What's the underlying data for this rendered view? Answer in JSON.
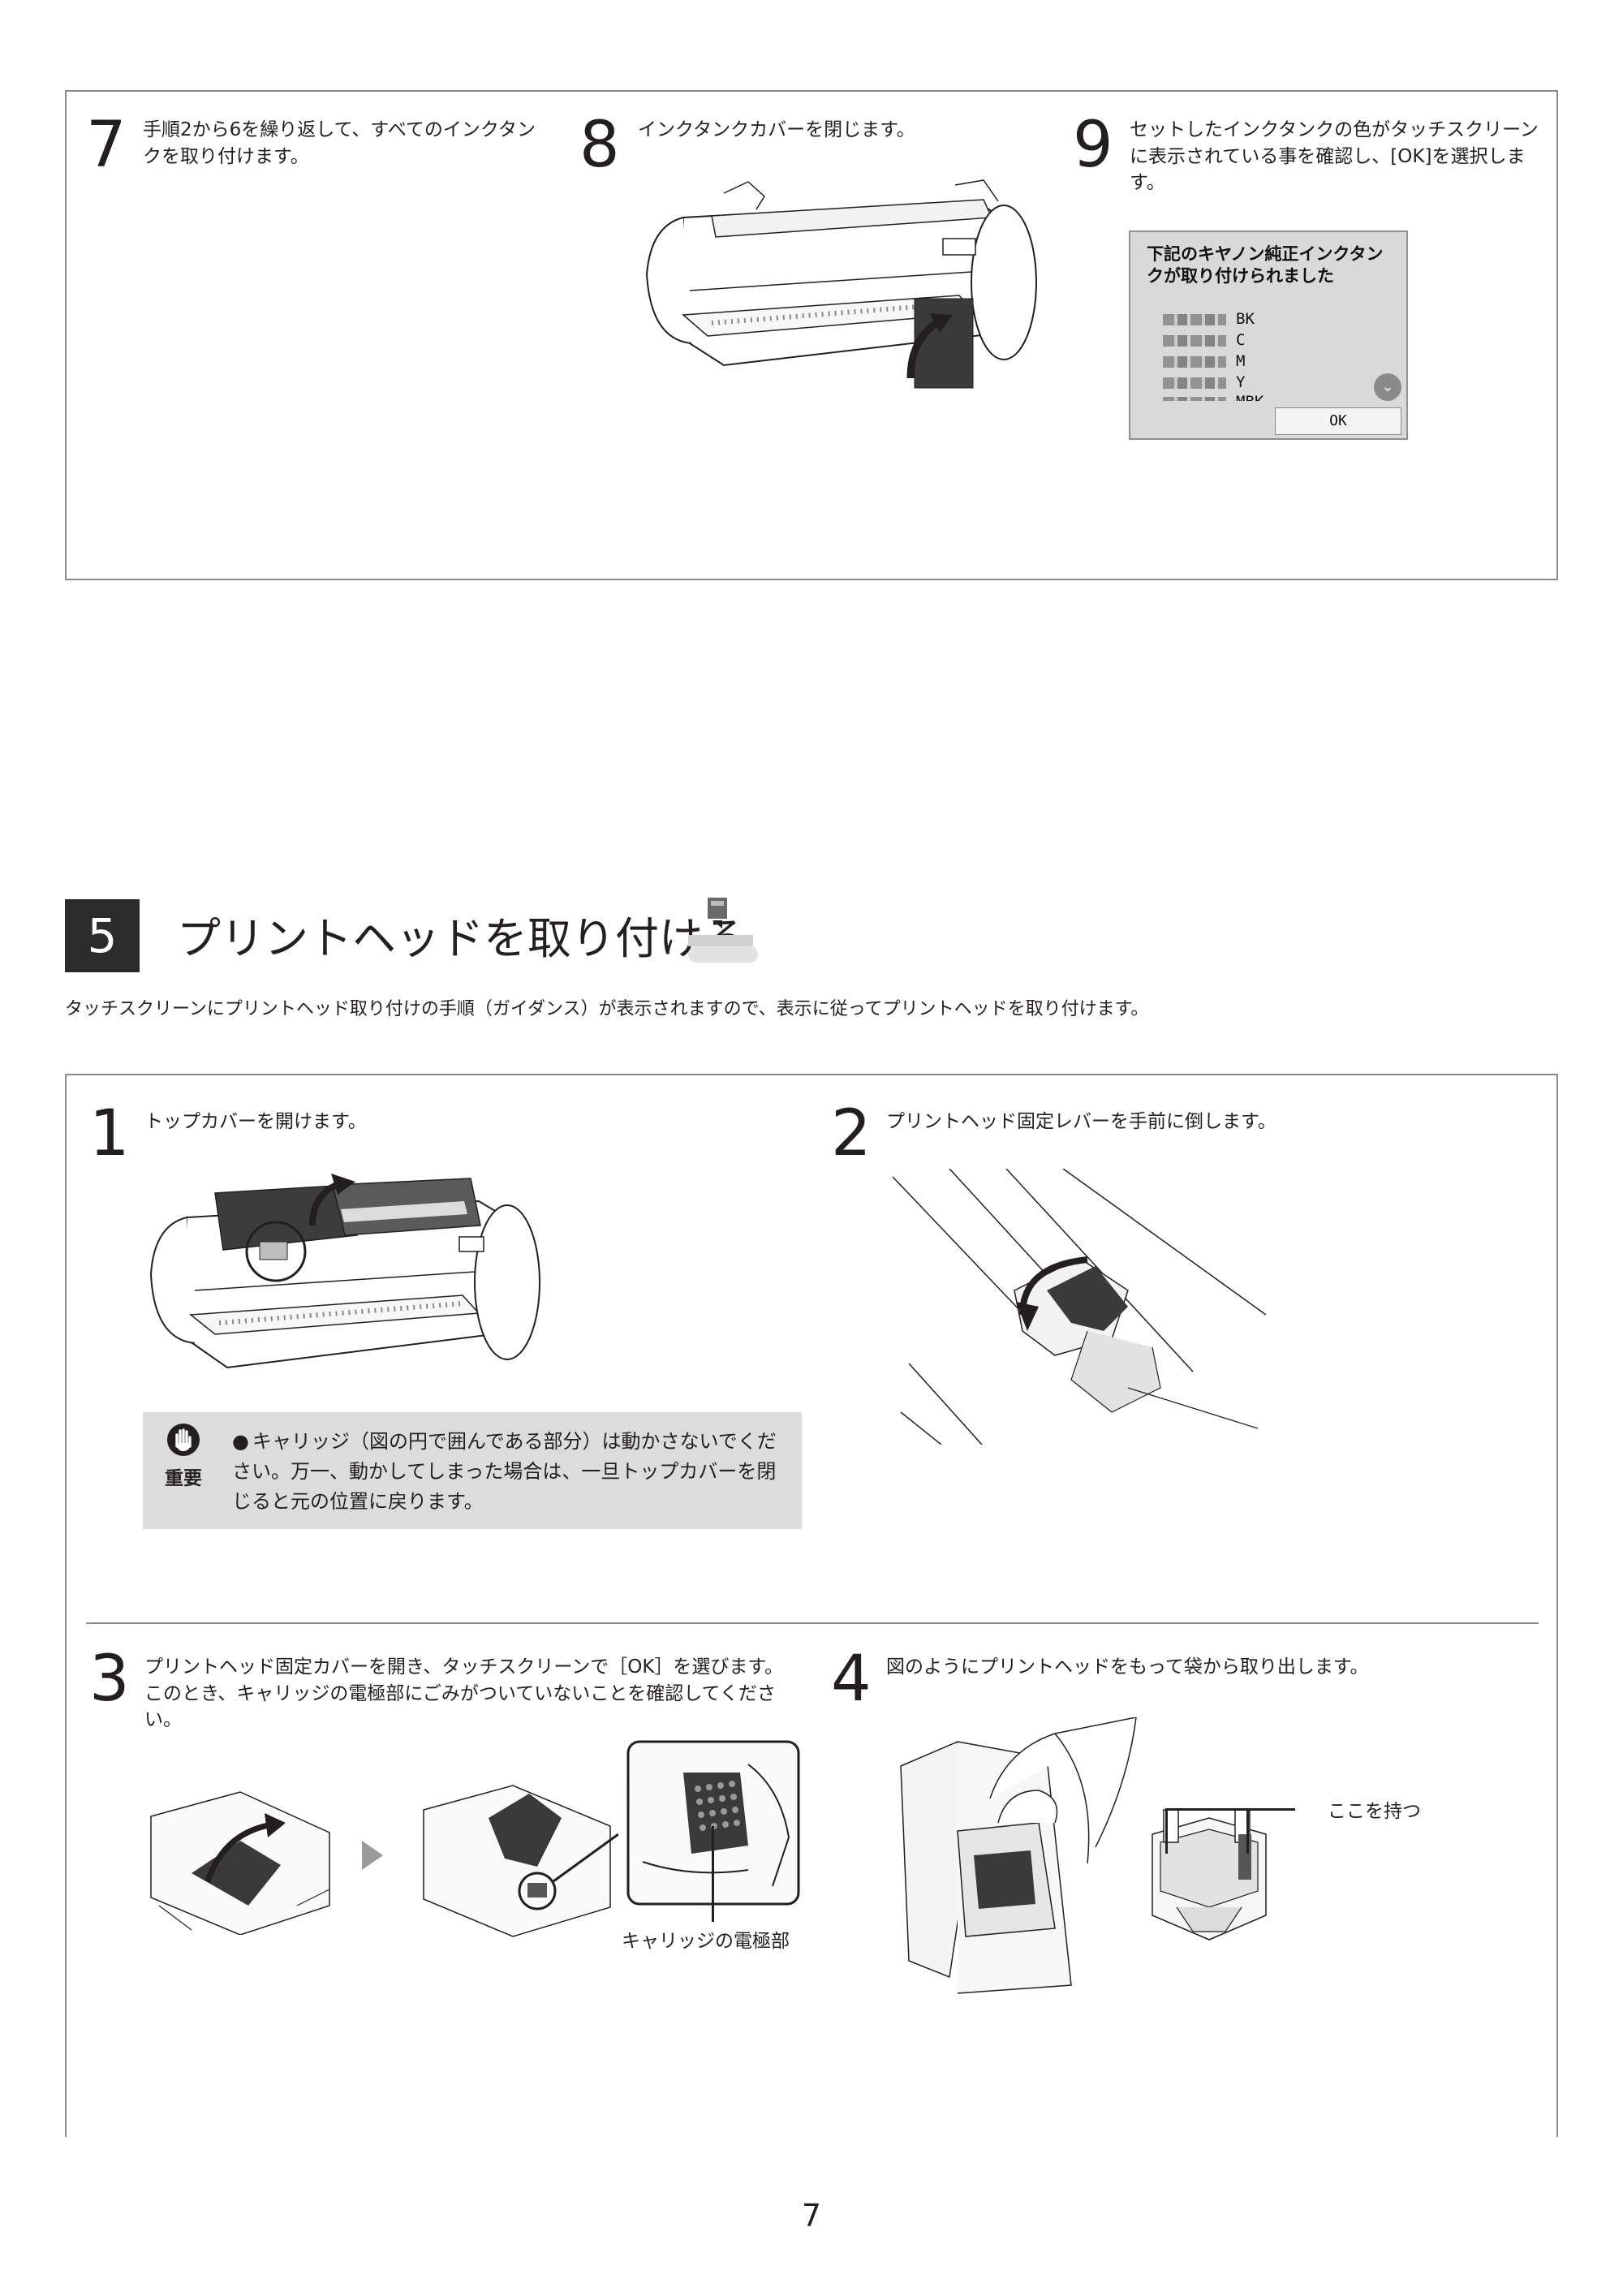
{
  "top_steps": {
    "step7": {
      "number": "7",
      "text": "手順2から6を繰り返して、すべてのインクタンクを取り付けます。"
    },
    "step8": {
      "number": "8",
      "text": "インクタンクカバーを閉じます。"
    },
    "step9": {
      "number": "9",
      "text": "セットしたインクタンクの色がタッチスクリーンに表示されている事を確認し、[OK]を選択します。"
    }
  },
  "touch_screen": {
    "message": "下記のキヤノン純正インクタンクが取り付けられました",
    "inks": [
      "BK",
      "C",
      "M",
      "Y",
      "MBK"
    ],
    "ok_label": "OK",
    "scroll_icon": "chevron-down-icon"
  },
  "section": {
    "number": "5",
    "title": "プリントヘッドを取り付ける",
    "lead": "タッチスクリーンにプリントヘッド取り付けの手順（ガイダンス）が表示されますので、表示に従ってプリントヘッドを取り付けます。"
  },
  "steps": {
    "step1": {
      "number": "1",
      "text": "トップカバーを開けます。"
    },
    "step2": {
      "number": "2",
      "text": "プリントヘッド固定レバーを手前に倒します。"
    },
    "step3": {
      "number": "3",
      "text": "プリントヘッド固定カバーを開き、タッチスクリーンで［OK］を選びます。このとき、キャリッジの電極部にごみがついていないことを確認してください。"
    },
    "step4": {
      "number": "4",
      "text": "図のようにプリントヘッドをもって袋から取り出します。"
    }
  },
  "important": {
    "label": "重要",
    "bullet": "●",
    "text": "キャリッジ（図の円で囲んである部分）は動かさないでください。万一、動かしてしまった場合は、一旦トップカバーを閉じると元の位置に戻ります。"
  },
  "callouts": {
    "carriage_electrode": "キャリッジの電極部",
    "hold_here": "ここを持つ"
  },
  "page_number": "7"
}
